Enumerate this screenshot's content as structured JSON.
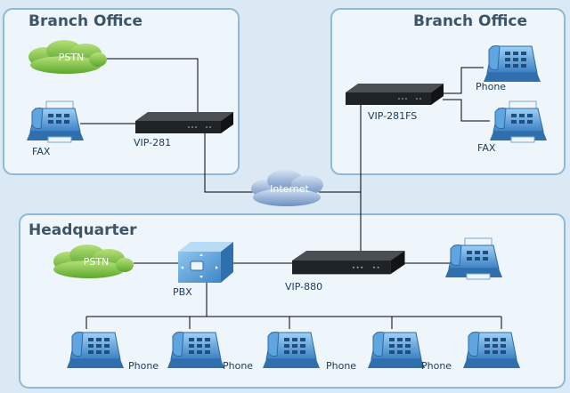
{
  "panels": {
    "branch_left_title": "Branch Office",
    "branch_right_title": "Branch Office",
    "hq_title": "Headquarter"
  },
  "clouds": {
    "pstn_branch": "PSTN",
    "internet": "Internet",
    "pstn_hq": "PSTN"
  },
  "devices": {
    "vip281": "VIP-281",
    "vip281fs": "VIP-281FS",
    "vip880": "VIP-880",
    "pbx": "PBX"
  },
  "endpoints": {
    "fax_left": "FAX",
    "phone_right": "Phone",
    "fax_right": "FAX",
    "hq_phones": [
      "Phone",
      "Phone",
      "Phone",
      "Phone"
    ]
  },
  "colors": {
    "background": "#dbe9f4",
    "panel_border": "#8fb9d6",
    "pstn_cloud": "#7dc242",
    "internet_cloud": "#8fb0d8",
    "device_body": "#1f2326",
    "phone_body": "#4a8fd0"
  }
}
